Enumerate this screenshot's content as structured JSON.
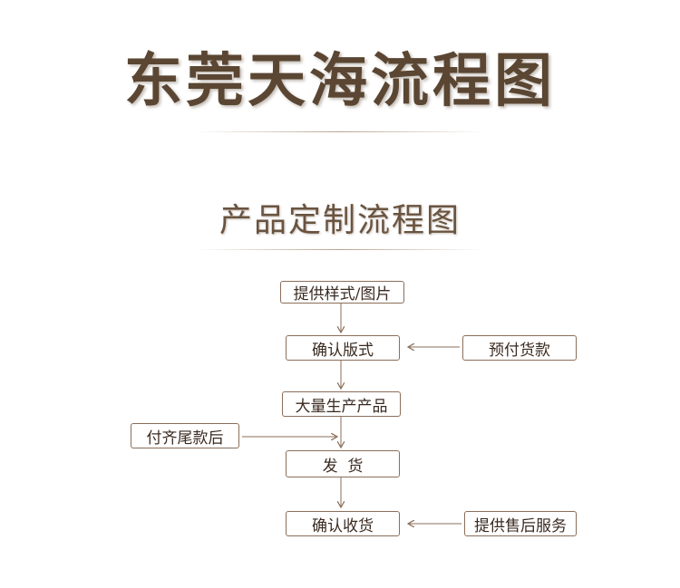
{
  "title": "东莞天海流程图",
  "subtitle": "产品定制流程图",
  "steps": {
    "s1": "提供样式/图片",
    "s2": "确认版式",
    "s3": "大量生产产品",
    "s4": "发  货",
    "s5": "确认收货"
  },
  "side": {
    "prepay": "预付货款",
    "final_payment": "付齐尾款后",
    "after_sales": "提供售后服务"
  },
  "colors": {
    "text": "#3a2a20",
    "border": "#8a6e5a",
    "arrow": "#8a6e5a",
    "title": "#5a4632"
  }
}
